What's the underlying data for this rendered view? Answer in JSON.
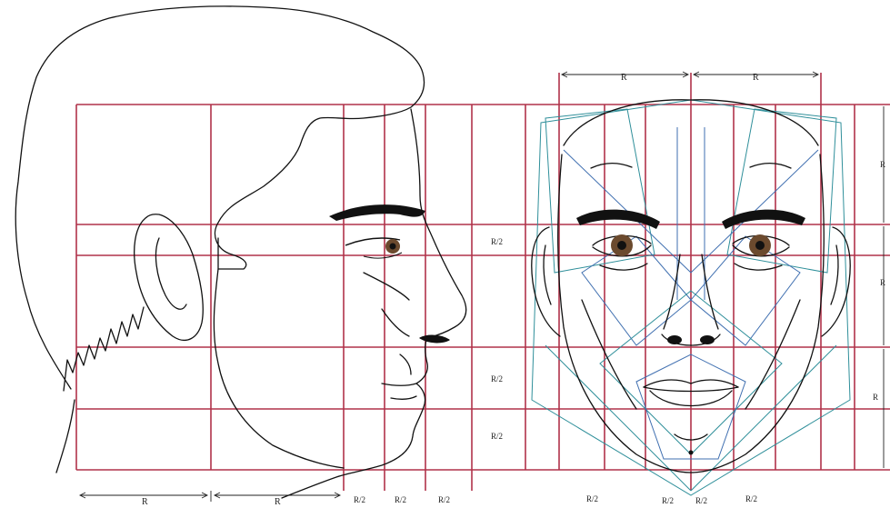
{
  "labels": {
    "top_left_R": "R",
    "top_right_R": "R",
    "right_top_R": "R",
    "right_mid_R": "R",
    "right_low_R": "R",
    "mid_R2_a": "R/2",
    "mid_R2_b": "R/2",
    "mid_R2_c": "R/2",
    "bottom_left_R": "R",
    "bottom_mid_R": "R",
    "bottom_R2_a": "R/2",
    "bottom_R2_b": "R/2",
    "bottom_R2_c": "R/2",
    "bottom_right_R2": "R/2",
    "bottom_right_R2_b": "R/2",
    "bottom_right_R2_c": "R/2",
    "bottom_right_R2_d": "R/2"
  },
  "colors": {
    "grid": "#b0324a",
    "ink": "#111111",
    "teal": "#2f8f9a",
    "blue": "#3f6fb0",
    "iris": "#6b4a2e"
  }
}
